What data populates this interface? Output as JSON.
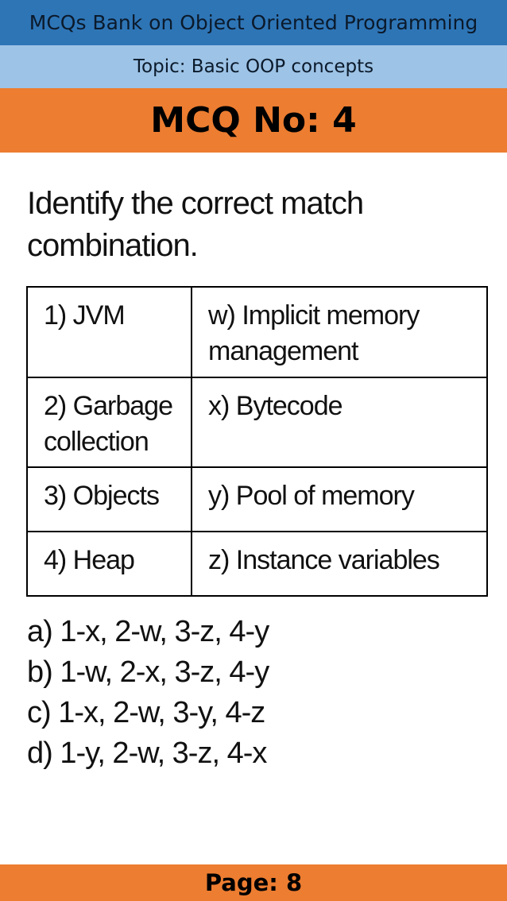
{
  "header": {
    "title": "MCQs Bank on Object Oriented Programming",
    "topic": "Topic: Basic OOP concepts",
    "mcq_label": "MCQ No: 4"
  },
  "question": {
    "text": "Identify the correct match combination."
  },
  "match_table": {
    "rows": [
      {
        "left": "1) JVM",
        "right": "w) Implicit memory management"
      },
      {
        "left": "2) Garbage collection",
        "right": "x) Bytecode"
      },
      {
        "left": "3) Objects",
        "right": "y) Pool of memory"
      },
      {
        "left": "4) Heap",
        "right": "z)  Instance variables"
      }
    ]
  },
  "options": [
    "a) 1-x, 2-w, 3-z, 4-y",
    "b) 1-w, 2-x, 3-z, 4-y",
    "c) 1-x, 2-w, 3-y, 4-z",
    "d) 1-y, 2-w, 3-z, 4-x"
  ],
  "footer": {
    "page_label": "Page: 8"
  },
  "colors": {
    "title_bar": "#2e75b6",
    "topic_bar": "#9dc3e6",
    "accent_orange": "#ed7d31"
  }
}
